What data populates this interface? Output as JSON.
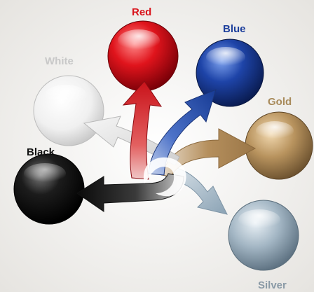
{
  "labels": {
    "red": "Red",
    "blue": "Blue",
    "white": "White",
    "gold": "Gold",
    "black": "Black",
    "silver": "Silver"
  },
  "colors": {
    "red": "#d9141c",
    "blue": "#1d3f9c",
    "white": "#eaeaea",
    "gold": "#b08a58",
    "black": "#141414",
    "silver": "#98acbb",
    "label_white": "#c8c8c8",
    "label_gold": "#a88a5a",
    "label_silver": "#8a9aa6",
    "label_black": "#111111"
  }
}
